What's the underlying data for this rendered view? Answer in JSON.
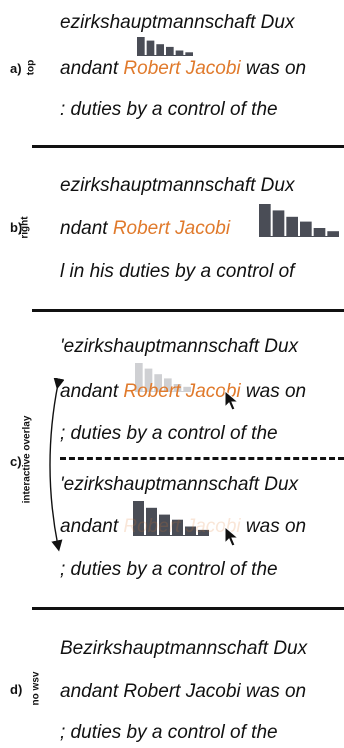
{
  "text": {
    "line1": "ezirkshauptmannschaft Dux",
    "line1_c": "'ezirkshauptmannschaft Dux",
    "line1_d": "Bezirkshauptmannschaft Dux",
    "line2_pre": "andant ",
    "name": "Robert Jacobi",
    "line2_post": " was on",
    "line2_b_pre": "ndant ",
    "line2_d": "andant Robert Jacobi was on",
    "line3": ": duties by a control of the",
    "line3_b": "l in his duties by a control of",
    "line3_c": "; duties by a control of the"
  },
  "panels": [
    {
      "label": "a)",
      "variant": "top"
    },
    {
      "label": "b)",
      "variant": "right"
    },
    {
      "label": "c)",
      "variant": "interactive overlay"
    },
    {
      "label": "d)",
      "variant": "no wsv"
    }
  ],
  "sparkline": {
    "values": [
      20,
      16,
      12,
      9,
      5,
      3
    ],
    "bar_color": "#4a4d56",
    "faint_color": "#cfd0d3",
    "highlight_color": "#e07a2c"
  }
}
